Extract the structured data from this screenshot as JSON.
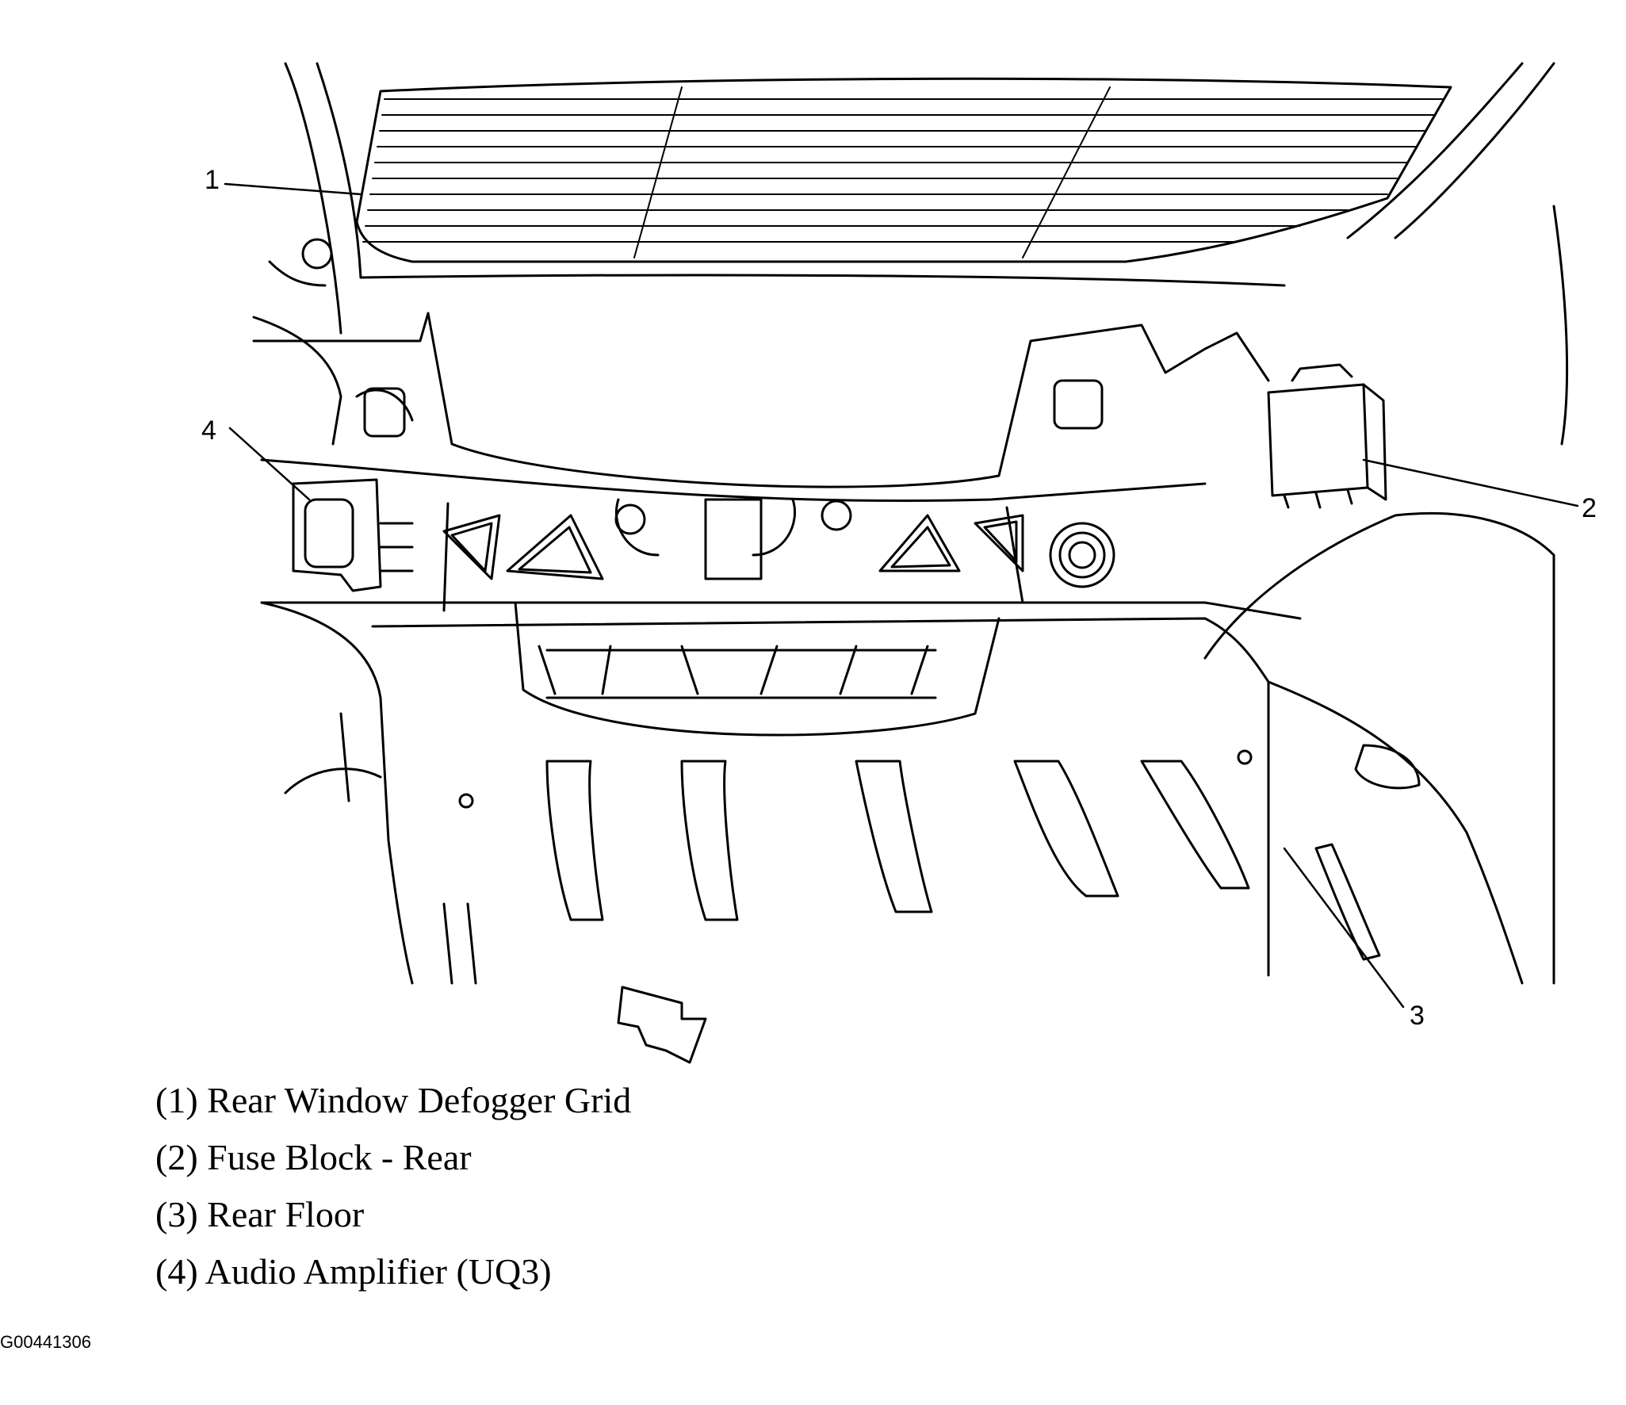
{
  "callouts": [
    "1",
    "2",
    "3",
    "4"
  ],
  "legend": [
    "(1) Rear Window Defogger Grid",
    "(2) Fuse Block - Rear",
    "(3) Rear Floor",
    "(4) Audio Amplifier (UQ3)"
  ],
  "figure_id": "G00441306"
}
